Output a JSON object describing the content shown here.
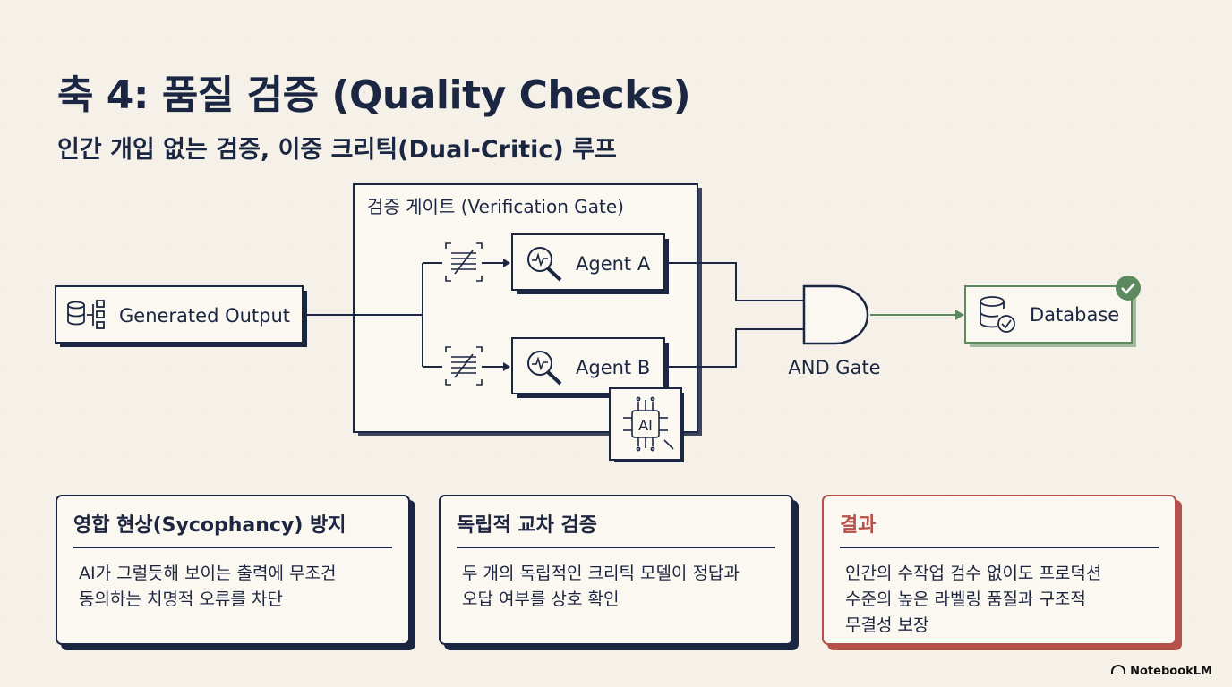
{
  "title": "축 4: 품질 검증 (Quality Checks)",
  "subtitle": "인간 개입 없는 검증, 이중 크리틱(Dual-Critic) 루프",
  "diagram": {
    "gate_label": "검증 게이트 (Verification Gate)",
    "source_label": "Generated Output",
    "agent_a_label": "Agent A",
    "agent_b_label": "Agent B",
    "ai_chip_label": "AI",
    "and_gate_label": "AND Gate",
    "database_label": "Database",
    "icons": [
      "database-hierarchy-icon",
      "document-scan-icon",
      "magnifier-waveform-icon",
      "ai-chip-icon",
      "database-check-icon",
      "checkmark-badge-icon"
    ],
    "colors": {
      "navy": "#1b2742",
      "green": "#5c8a5e",
      "red": "#b5504a"
    }
  },
  "cards": [
    {
      "heading": "영합 현상(Sycophancy) 방지",
      "body_lines": [
        "AI가 그럴듯해 보이는 출력에 무조건",
        "동의하는 치명적 오류를 차단"
      ]
    },
    {
      "heading": "독립적 교차 검증",
      "body_lines": [
        "두 개의 독립적인 크리틱 모델이 정답과",
        "오답 여부를 상호 확인"
      ]
    },
    {
      "heading": "결과",
      "body_lines": [
        "인간의 수작업 검수 없이도 프로덕션",
        "수준의 높은 라벨링 품질과 구조적",
        "무결성 보장"
      ]
    }
  ],
  "branding": "NotebookLM"
}
